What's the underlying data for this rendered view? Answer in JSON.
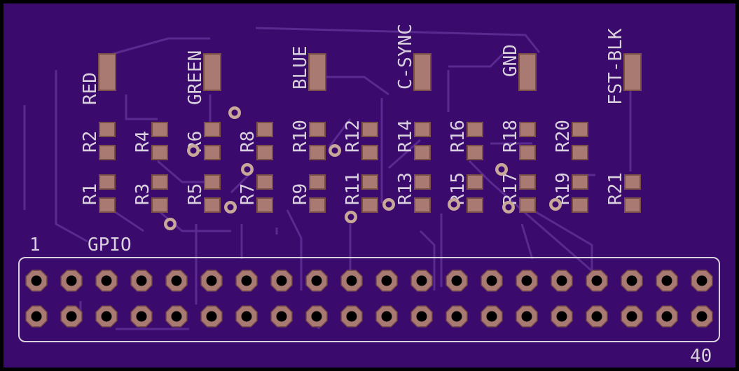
{
  "colors": {
    "outline": "#000000",
    "board": "#3a0a6c",
    "trace": "#5a2a90",
    "silk": "#d8d0dc",
    "pad": "#a87a72",
    "pad_edge": "#7a5048",
    "via": "#c8a898"
  },
  "signal_labels": [
    {
      "id": "red",
      "text": "RED"
    },
    {
      "id": "green",
      "text": "GREEN"
    },
    {
      "id": "blue",
      "text": "BLUE"
    },
    {
      "id": "csync",
      "text": "C-SYNC"
    },
    {
      "id": "gnd",
      "text": "GND"
    },
    {
      "id": "fstblk",
      "text": "FST-BLK"
    }
  ],
  "resistors_top": [
    "R2",
    "R4",
    "R6",
    "R8",
    "R10",
    "R12",
    "R14",
    "R16",
    "R18",
    "R20"
  ],
  "resistors_bottom": [
    "R1",
    "R3",
    "R5",
    "R7",
    "R9",
    "R11",
    "R13",
    "R15",
    "R17",
    "R19",
    "R21"
  ],
  "header": {
    "name": "GPIO",
    "pin_first": "1",
    "pin_last": "40",
    "columns": 20,
    "rows": 2
  }
}
